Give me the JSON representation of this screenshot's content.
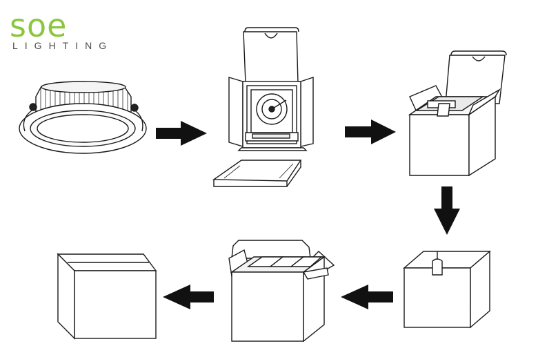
{
  "logo": {
    "brand": "SOE",
    "subtitle": "LIGHTING",
    "brand_color": "#8cc63f",
    "subtitle_color": "#4a4a4a"
  },
  "colors": {
    "line": "#1a1a1a",
    "arrow": "#111111",
    "fill": "#ffffff"
  },
  "steps": [
    {
      "name": "downlight"
    },
    {
      "name": "open-inner-box-with-fixture"
    },
    {
      "name": "open-box-with-inner-box"
    },
    {
      "name": "closed-taped-box"
    },
    {
      "name": "open-master-carton"
    },
    {
      "name": "closed-master-carton"
    }
  ]
}
